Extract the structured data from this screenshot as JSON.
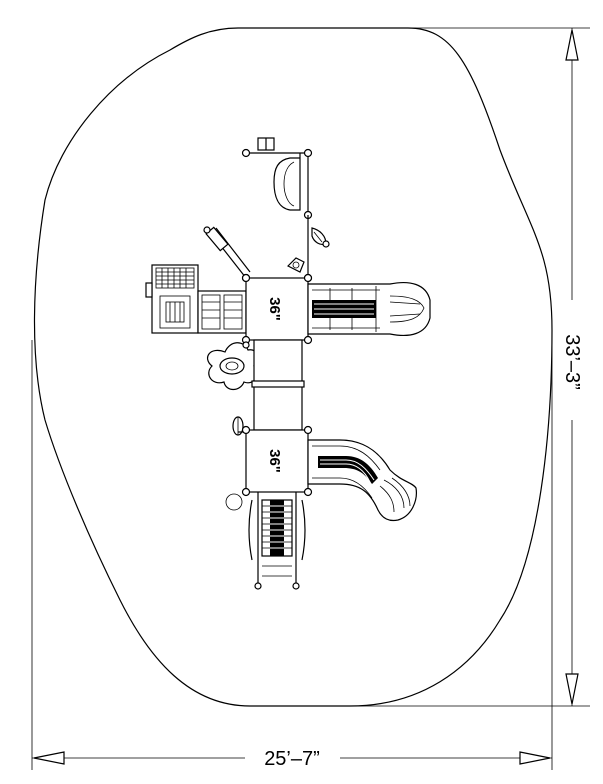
{
  "dimensions": {
    "width_label": "25’–7”",
    "height_label": "33’–3”"
  },
  "decks": [
    {
      "label": "36\""
    },
    {
      "label": "36\""
    }
  ]
}
